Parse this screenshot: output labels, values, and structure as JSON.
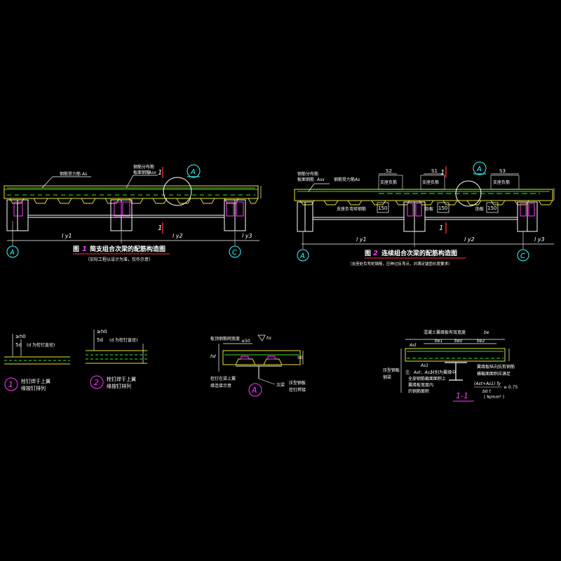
{
  "colors": {
    "background": "#000000",
    "concrete": "#e6e632",
    "steel": "#ffffff",
    "rebar": "#32e632",
    "stud": "#ff3cff",
    "text": "#ffffff",
    "label": "#ffff66",
    "axis": "#32ffff",
    "cut": "#ff3232",
    "circle_mark": "#ff3cff"
  },
  "fig1": {
    "title_prefix": "图",
    "title_no": "1",
    "title_text": "简支组合次梁的配筋构造图",
    "subtitle": "（实际工程以设计为准，仅作示意）",
    "label_bottom_rebar": "钢筋受力筋",
    "label_bottom_rebar_sym": "As",
    "label_dist_rebar": "钢筋分布筋",
    "label_dist_rebar_2": "板面钢筋",
    "label_dist_rebar_sym": "Asx",
    "section_mark": "1",
    "section_mark_bottom": "1",
    "detail_mark": "A",
    "axis_left": "A",
    "axis_right": "C",
    "span1": "l y1",
    "span2": "l y2",
    "span3": "l y3"
  },
  "fig2": {
    "title_prefix": "图",
    "title_no": "2",
    "title_text": "连续组合次梁的配筋构造图",
    "subtitle": "（支座处负弯矩钢筋，应伸过反弯点，并满足锚固长度要求）",
    "label_dist_rebar": "钢筋分布筋",
    "label_dist_rebar_2": "板面钢筋",
    "label_dist_rebar_sym": "Asx",
    "label_rebar": "钢筋受力筋",
    "label_rebar_sym": "As",
    "label_neg": "支座负弯矩钢筋",
    "label_s2": "S2",
    "label_s1": "S1",
    "label_s3": "S3",
    "label_box1": "支座负筋",
    "label_box2": "支座负筋",
    "label_box3": "支座负筋",
    "dim_150_a": "150",
    "dim_150_b": "150",
    "dim_150_c": "150",
    "label_rib_a": "肋板",
    "label_rib_b": "肋板",
    "section_mark": "1",
    "section_mark_bottom": "1",
    "detail_mark": "A",
    "axis_left": "A",
    "axis_right": "C",
    "span1": "l y1",
    "span2": "l y2",
    "span3": "l y3"
  },
  "detail1": {
    "dim_top": "≥h0",
    "dim_mid": "5d",
    "note": "(d 为栓钉直径)",
    "mark": "1",
    "caption_1": "栓钉焊于上翼",
    "caption_2": "缘按钉排列"
  },
  "detail2": {
    "dim_top": "≥h0",
    "dim_mid": "5d",
    "note": "(d 为栓钉直径)",
    "mark": "2",
    "caption_1": "栓钉焊于上翼",
    "caption_2": "缘按钉排列"
  },
  "detailA": {
    "top_label": "板顶钢筋网宽度",
    "dim_50": "≥50",
    "hs_label": "hs",
    "left_text_1": "栓钉在梁上翼",
    "left_text_2": "缘连接示意",
    "left_dims": "hd",
    "right_text_1": "压型钢板",
    "right_text_2": "栓钉焊接",
    "dim_side": "50",
    "bottom_note": "次梁",
    "mark": "A"
  },
  "section11": {
    "top_label": "混凝土翼缘板有效宽度",
    "top_sym": "be",
    "sym_as": "Ast",
    "sym_as2": "As1",
    "b1": "be1",
    "b0": "be0",
    "b2": "be2",
    "left_text_1": "压型钢板",
    "left_text_2": "钢梁",
    "note_prefix": "注:",
    "note_1": "Ast，As1",
    "note_2": "分别为翼缘中",
    "note_3": "全部钢筋截面面积上",
    "note_4": "翼缘板宽度内",
    "note_5": "的钢筋面积",
    "right_1": "翼缘板纵向抗剪钢筋",
    "right_2": "横截面面积应满足",
    "formula_1": "(Ast+As1) fy",
    "formula_2": "b0 t",
    "formula_3": "≥ 0.75",
    "formula_4": "( N/mm² )",
    "mark": "1-1"
  }
}
